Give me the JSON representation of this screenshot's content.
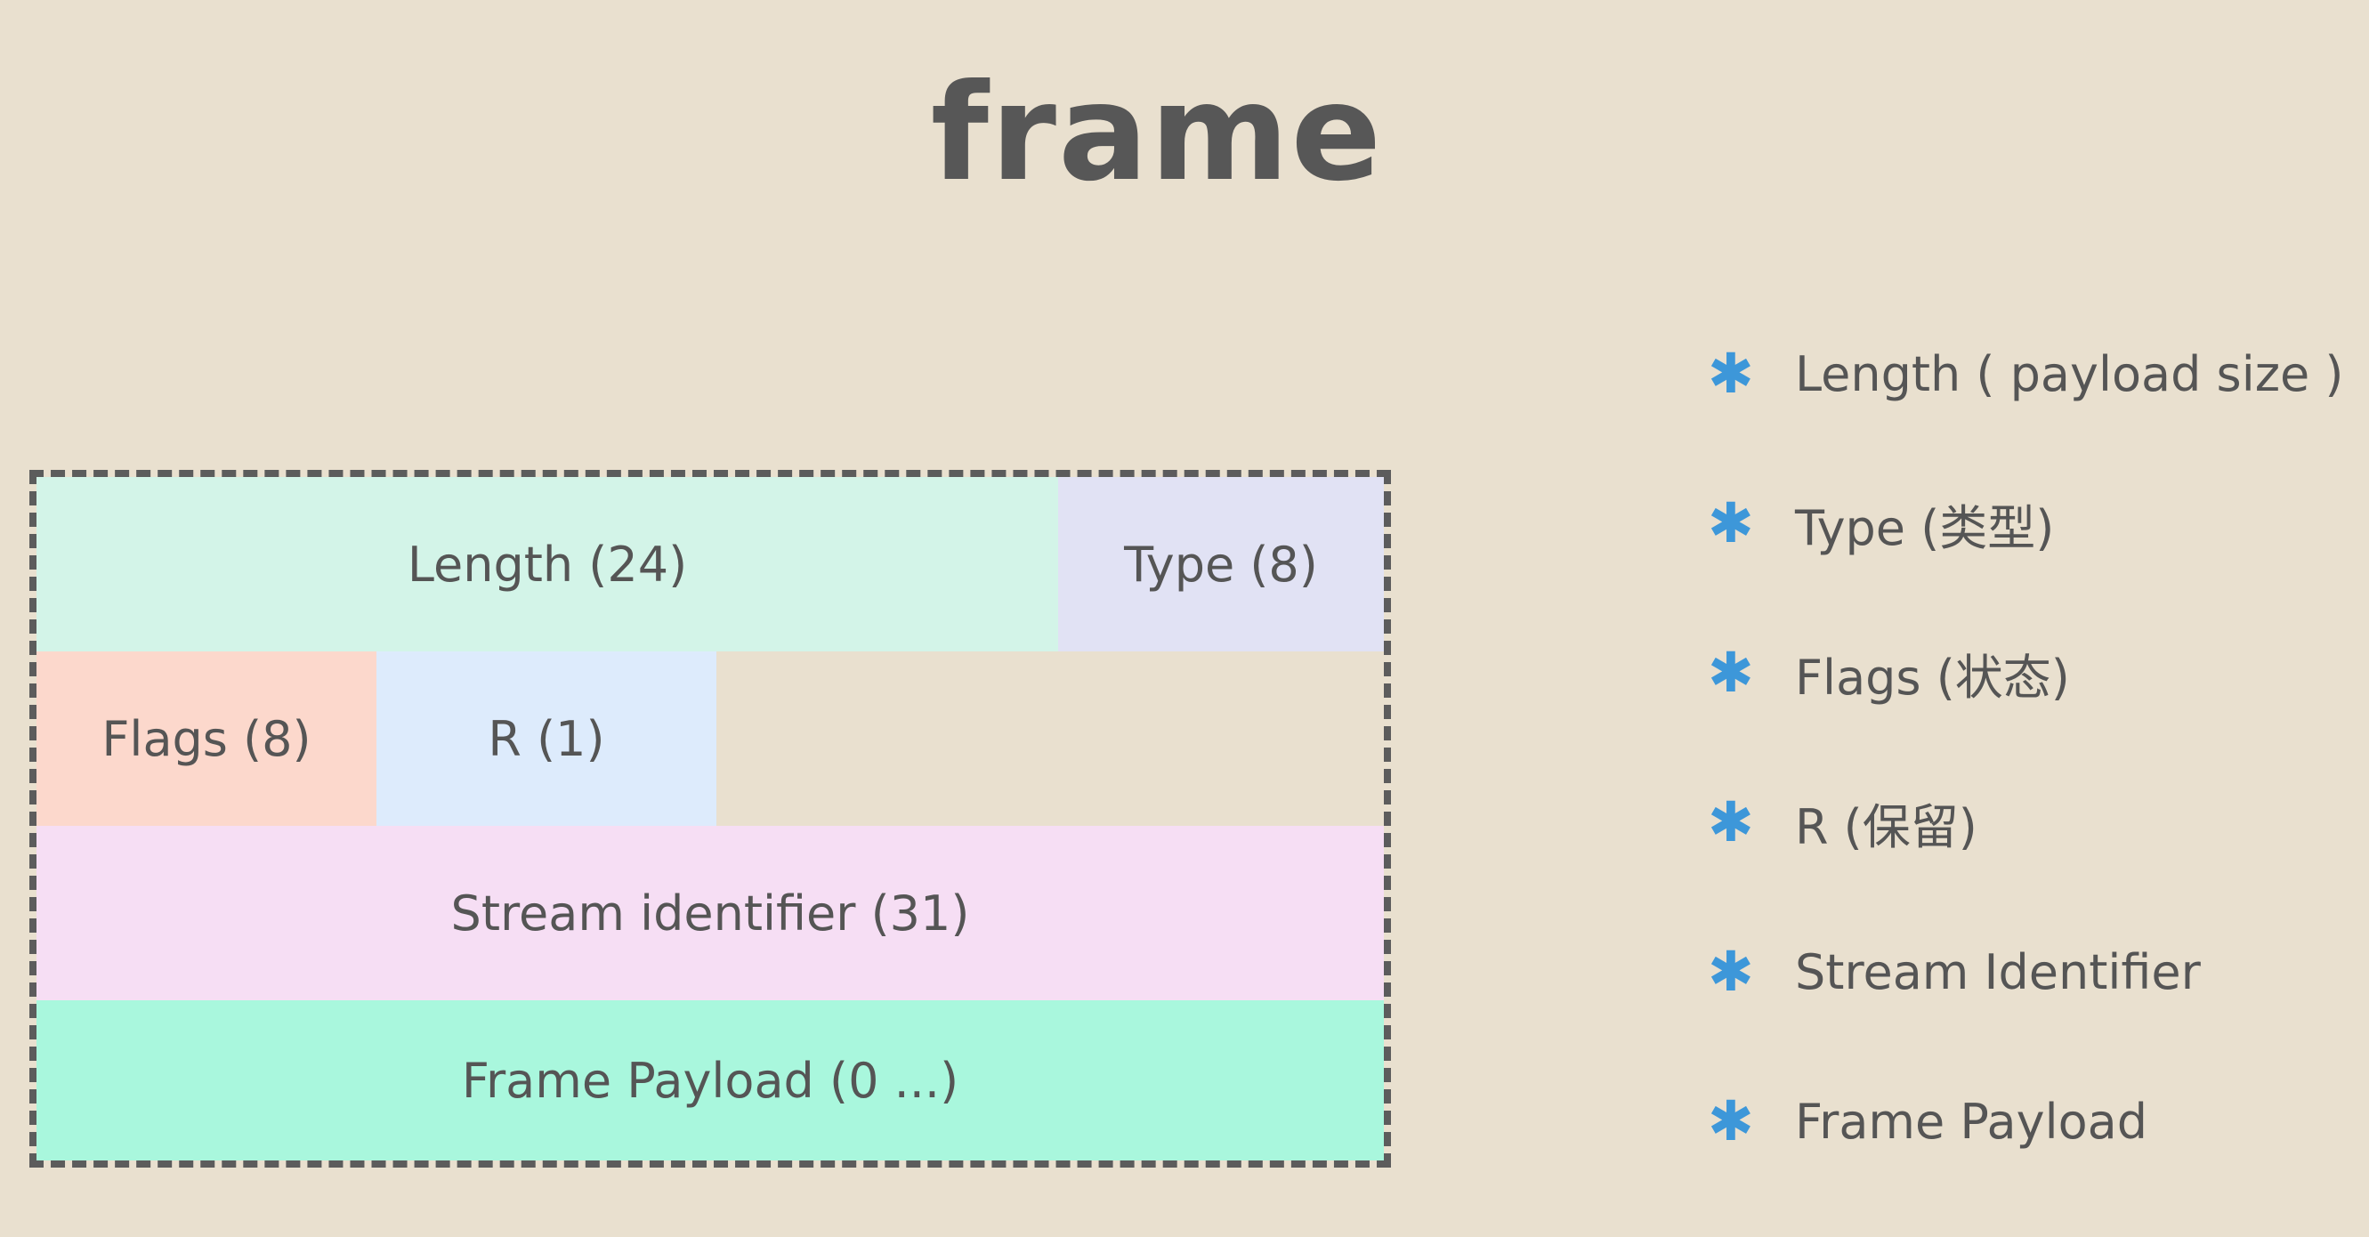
{
  "title": "frame",
  "colors": {
    "background": "#e9e0cf",
    "length": "#d3f4e8",
    "type": "#e1e2f4",
    "flags": "#fcd8cc",
    "reserved": "#ddebfc",
    "stream": "#f6def4",
    "payload": "#a9f7dd",
    "bullet": "#3d97d9",
    "text": "#555555"
  },
  "diagram": {
    "length": "Length (24)",
    "type": "Type (8)",
    "flags": "Flags (8)",
    "reserved": "R (1)",
    "stream": "Stream identifier (31)",
    "payload": "Frame Payload (0 ...)"
  },
  "legend": {
    "bullet_icon": "asterisk-icon",
    "items": [
      "Length ( payload size )",
      "Type (类型)",
      "Flags (状态)",
      "R (保留)",
      "Stream Identifier",
      "Frame Payload"
    ]
  }
}
